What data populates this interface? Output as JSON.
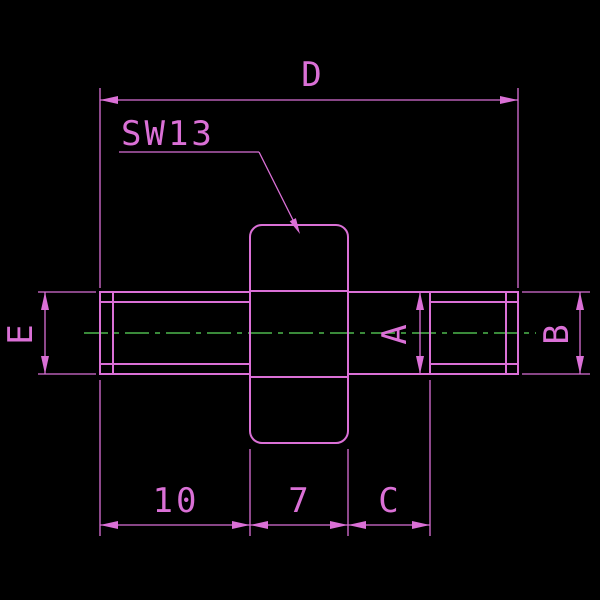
{
  "drawing": {
    "labels": {
      "top": "D",
      "callout": "SW13",
      "left": "E",
      "middle": "A",
      "right": "B",
      "bottom_left": "10",
      "bottom_middle": "7",
      "bottom_right": "C"
    },
    "colors": {
      "background": "#000000",
      "geometry": "#da70d6",
      "centerline": "#4db84d"
    }
  }
}
